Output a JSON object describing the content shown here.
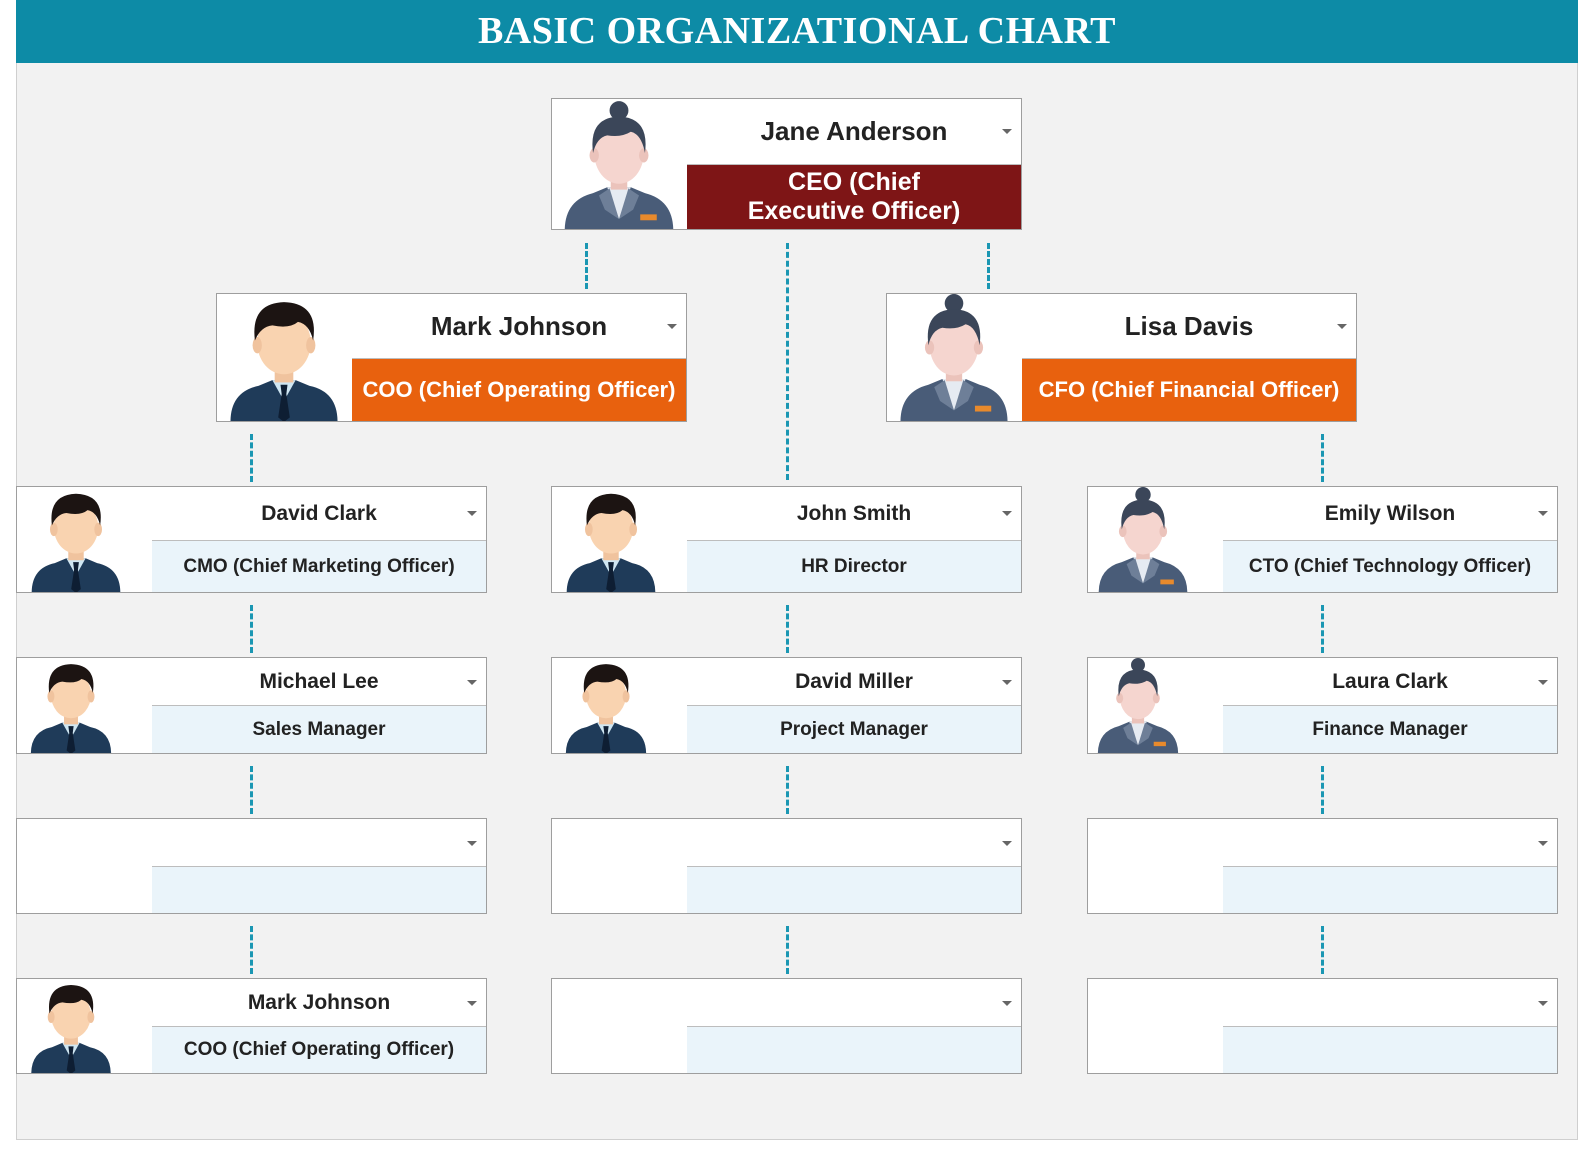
{
  "title": "BASIC ORGANIZATIONAL CHART",
  "colors": {
    "header": "#0d8ba6",
    "ceo_role": "#7e1516",
    "exec_role": "#e8610e",
    "staff_role": "#eaf4fa",
    "connector": "#1b97b3"
  },
  "top": {
    "ceo": {
      "name": "Jane Anderson",
      "role": "CEO (Chief Executive Officer)",
      "avatar": "female-avatar-icon"
    }
  },
  "executives": {
    "coo": {
      "name": "Mark Johnson",
      "role": "COO (Chief Operating Officer)",
      "avatar": "male-avatar-icon"
    },
    "cfo": {
      "name": "Lisa Davis",
      "role": "CFO (Chief Financial Officer)",
      "avatar": "female-avatar-icon"
    }
  },
  "columns": [
    {
      "rows": [
        {
          "name": "David Clark",
          "role": "CMO (Chief Marketing Officer)",
          "avatar": "male-avatar-icon"
        },
        {
          "name": "Michael Lee",
          "role": "Sales Manager",
          "avatar": "male-avatar-icon"
        },
        {
          "name": "",
          "role": "",
          "avatar": ""
        },
        {
          "name": "Mark Johnson",
          "role": "COO (Chief Operating Officer)",
          "avatar": "male-avatar-icon"
        }
      ]
    },
    {
      "rows": [
        {
          "name": "John Smith",
          "role": "HR Director",
          "avatar": "male-avatar-icon"
        },
        {
          "name": "David Miller",
          "role": "Project Manager",
          "avatar": "male-avatar-icon"
        },
        {
          "name": "",
          "role": "",
          "avatar": ""
        },
        {
          "name": "",
          "role": "",
          "avatar": ""
        }
      ]
    },
    {
      "rows": [
        {
          "name": "Emily Wilson",
          "role": "CTO (Chief Technology Officer)",
          "avatar": "female-avatar-icon"
        },
        {
          "name": "Laura Clark",
          "role": "Finance Manager",
          "avatar": "female-avatar-icon"
        },
        {
          "name": "",
          "role": "",
          "avatar": ""
        },
        {
          "name": "",
          "role": "",
          "avatar": ""
        }
      ]
    }
  ]
}
